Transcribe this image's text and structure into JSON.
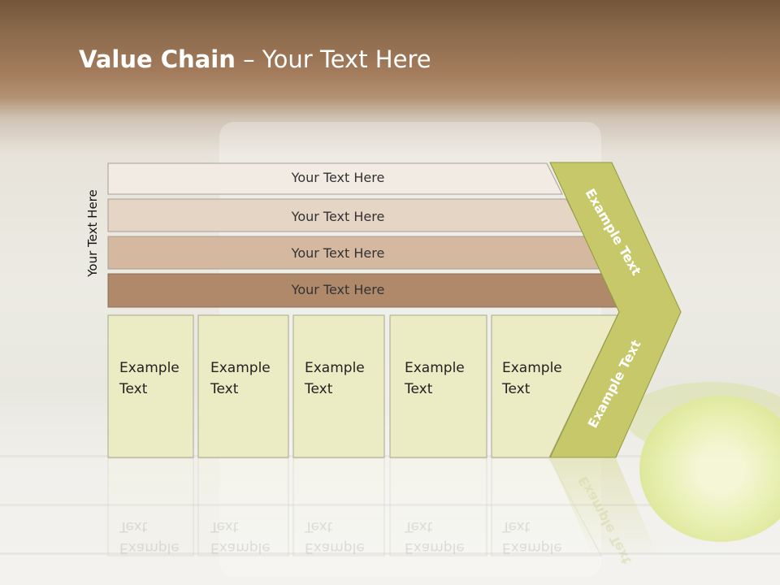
{
  "title": {
    "bold": "Value Chain",
    "rest": " – Your Text Here"
  },
  "side_label": "Your Text Here",
  "bars": [
    {
      "label": "Your Text Here",
      "color": "#f2ebe4"
    },
    {
      "label": "Your Text Here",
      "color": "#e4d5c5"
    },
    {
      "label": "Your Text Here",
      "color": "#d4b8a0"
    },
    {
      "label": "Your Text Here",
      "color": "#b0896b"
    }
  ],
  "boxes": [
    {
      "line1": "Example",
      "line2": "Text"
    },
    {
      "line1": "Example",
      "line2": "Text"
    },
    {
      "line1": "Example",
      "line2": "Text"
    },
    {
      "line1": "Example",
      "line2": "Text"
    },
    {
      "line1": "Example",
      "line2": "Text"
    }
  ],
  "arrow": {
    "upper_text": "Example Text",
    "lower_text": "Example Text",
    "color": "#c6c86a"
  },
  "colors": {
    "box_fill": "#ebebc4",
    "box_stroke": "#a8a890"
  }
}
